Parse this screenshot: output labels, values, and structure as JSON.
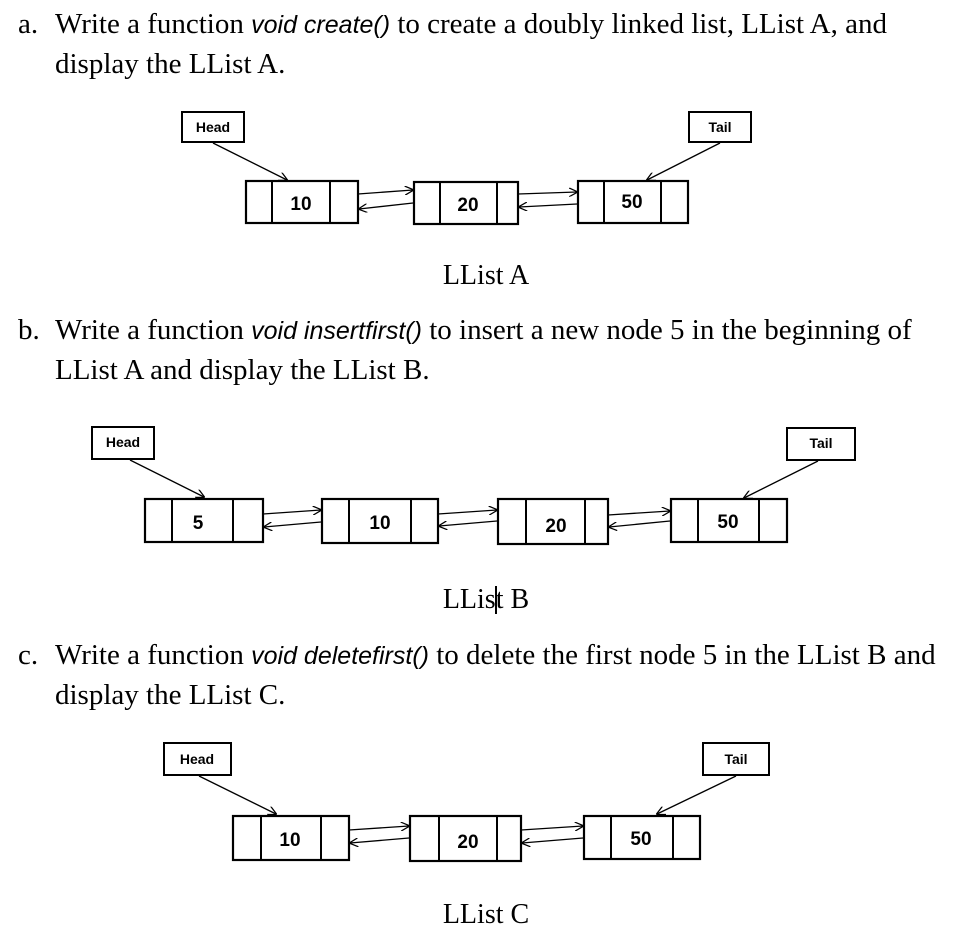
{
  "questions": [
    {
      "marker": "a.",
      "prefix": "Write a function ",
      "function": "void create()",
      "suffix": " to create a doubly linked list, LList A, and display the LList A."
    },
    {
      "marker": "b.",
      "prefix": "Write a function ",
      "function": "void insertfirst()",
      "suffix": " to insert a new node 5 in the beginning of LList A and display the LList B."
    },
    {
      "marker": "c.",
      "prefix": "Write a function ",
      "function": "void deletefirst()",
      "suffix": " to delete the first node 5 in the LList B and display the LList C."
    }
  ],
  "diagrams": [
    {
      "head_label": "Head",
      "tail_label": "Tail",
      "nodes": [
        "10",
        "20",
        "50"
      ],
      "caption": "LList A"
    },
    {
      "head_label": "Head",
      "tail_label": "Tail",
      "nodes": [
        "5",
        "10",
        "20",
        "50"
      ],
      "caption_before_cursor": "LLis",
      "caption_after_cursor": "t B"
    },
    {
      "head_label": "Head",
      "tail_label": "Tail",
      "nodes": [
        "10",
        "20",
        "50"
      ],
      "caption": "LList C"
    }
  ]
}
